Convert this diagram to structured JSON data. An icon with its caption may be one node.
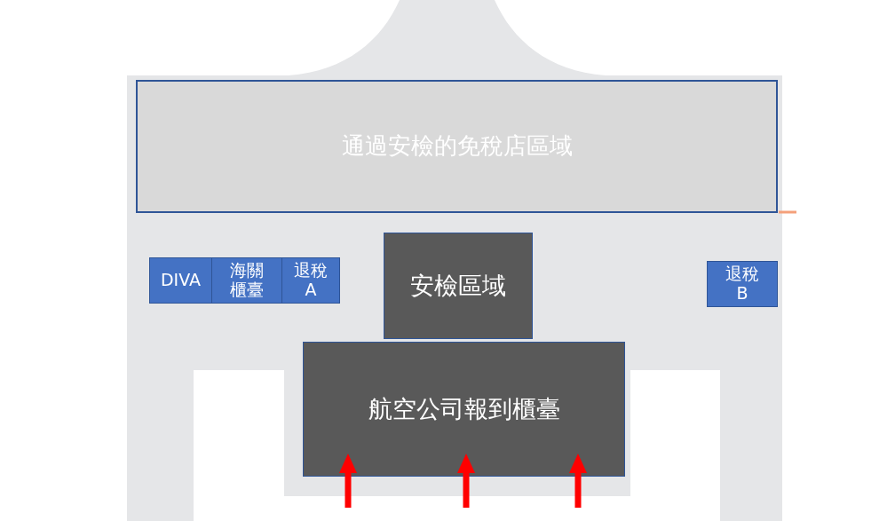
{
  "diagram": {
    "nodes": [
      {
        "text": [
          "通過安檢的免稅店區域"
        ]
      },
      {
        "text": [
          "DIVA"
        ]
      },
      {
        "text": [
          "海關櫃臺"
        ]
      },
      {
        "text": [
          "退稅A"
        ]
      },
      {
        "text": [
          "安檢區域"
        ]
      },
      {
        "text": [
          "退稅B"
        ]
      },
      {
        "text": [
          "航空公司報到櫃臺"
        ]
      }
    ],
    "edges": [
      {
        "from": null,
        "to": 6,
        "arrow": "to"
      },
      {
        "from": null,
        "to": 6,
        "arrow": "to"
      },
      {
        "from": null,
        "to": 6,
        "arrow": "to"
      }
    ]
  }
}
